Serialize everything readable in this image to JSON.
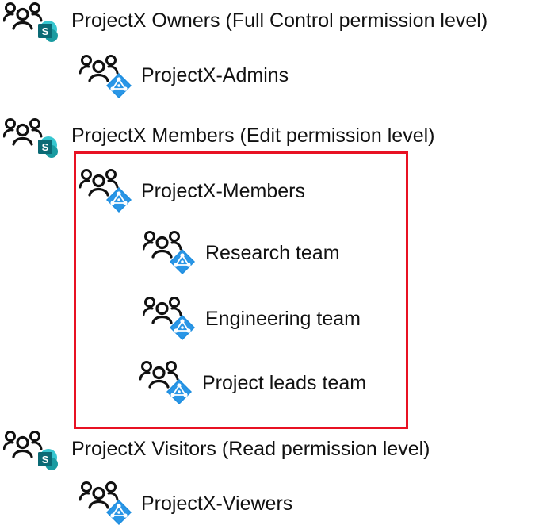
{
  "tree": {
    "groups": [
      {
        "label": "ProjectX Owners (Full Control permission level)",
        "icon": "sharepoint-group-icon",
        "children": [
          {
            "label": "ProjectX-Admins",
            "icon": "azure-ad-group-icon"
          }
        ]
      },
      {
        "label": "ProjectX Members (Edit permission level)",
        "icon": "sharepoint-group-icon",
        "highlighted": true,
        "highlight_color": "#e81123",
        "children": [
          {
            "label": "ProjectX-Members",
            "icon": "azure-ad-group-icon",
            "children": [
              {
                "label": "Research team",
                "icon": "azure-ad-group-icon"
              },
              {
                "label": "Engineering team",
                "icon": "azure-ad-group-icon"
              },
              {
                "label": "Project leads team",
                "icon": "azure-ad-group-icon"
              }
            ]
          }
        ]
      },
      {
        "label": "ProjectX Visitors (Read permission level)",
        "icon": "sharepoint-group-icon",
        "children": [
          {
            "label": "ProjectX-Viewers",
            "icon": "azure-ad-group-icon"
          }
        ]
      }
    ]
  },
  "colors": {
    "sharepoint": "#0d6e78",
    "azure": "#1e8ee0",
    "highlight": "#e81123"
  }
}
